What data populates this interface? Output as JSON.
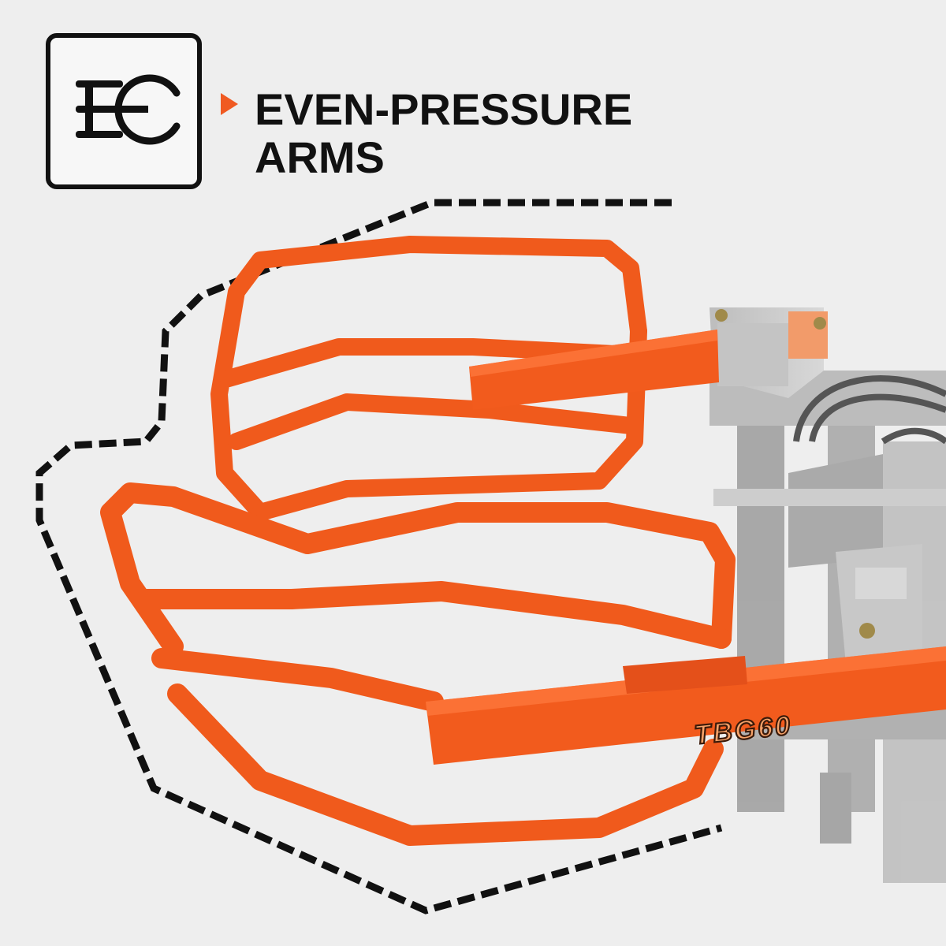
{
  "feature": {
    "icon": "pressure-arms-icon",
    "title_line1": "EVEN-PRESSURE",
    "title_line2": "ARMS",
    "arrow_color": "#f05a22"
  },
  "product": {
    "model_label": "TBG60",
    "frame_color": "#f0531c"
  }
}
